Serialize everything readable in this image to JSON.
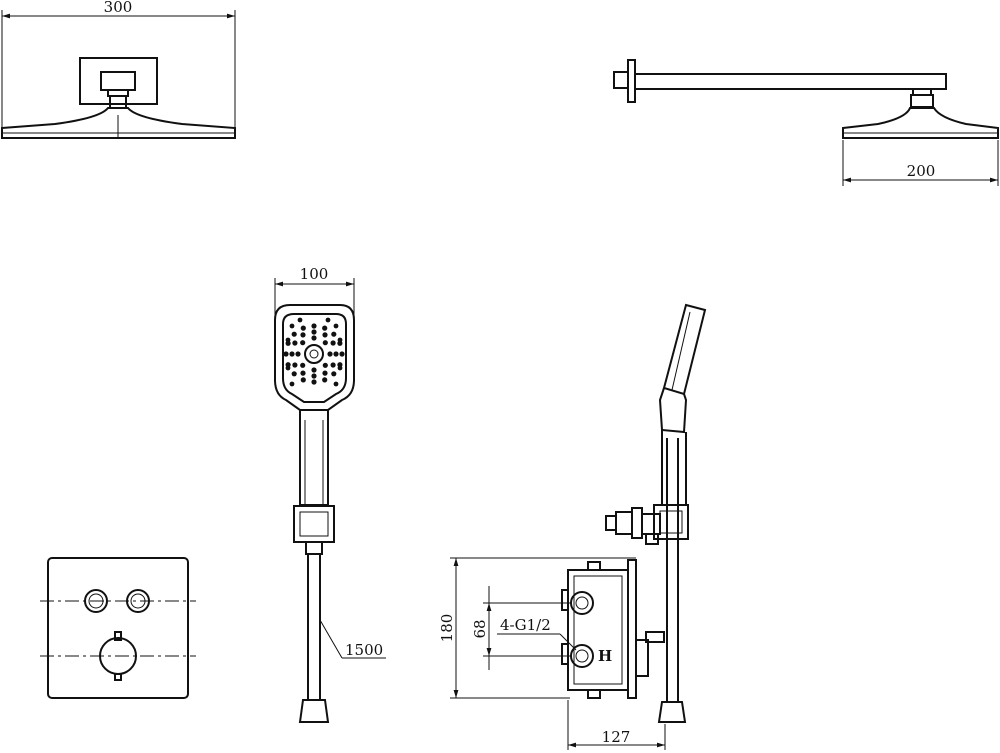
{
  "dimensions": {
    "rain_head_width": "300",
    "arm_length": "200",
    "hand_shower_width": "100",
    "hose_length": "1500",
    "body_height": "180",
    "inlet_spacing": "68",
    "inlet_thread": "4-G1/2",
    "body_depth": "127"
  },
  "markings": {
    "hot_letter": "H"
  },
  "colors": {
    "line": "#111111",
    "background": "#ffffff"
  }
}
